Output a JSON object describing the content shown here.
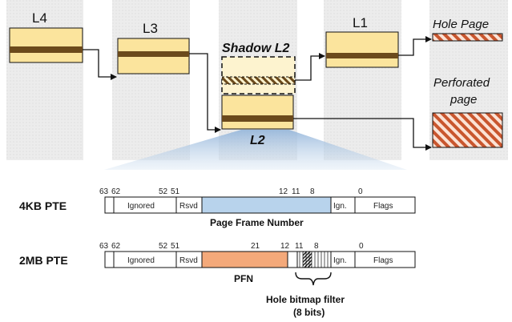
{
  "page_table": {
    "levels": [
      "L4",
      "L3",
      "Shadow L2",
      "L2",
      "L1"
    ],
    "targets": {
      "hole_page": "Hole Page",
      "perforated_line1": "Perforated",
      "perforated_line2": "page"
    }
  },
  "pte_4kb": {
    "label": "4KB PTE",
    "bits": {
      "b63": "63",
      "b62": "62",
      "b52": "52",
      "b51": "51",
      "b12": "12",
      "b11": "11",
      "b8": "8",
      "b0": "0"
    },
    "fields": {
      "ignored": "Ignored",
      "rsvd": "Rsvd",
      "ign": "Ign.",
      "flags": "Flags"
    },
    "pfn_label": "Page Frame Number"
  },
  "pte_2mb": {
    "label": "2MB PTE",
    "bits": {
      "b63": "63",
      "b62": "62",
      "b52": "52",
      "b51": "51",
      "b21": "21",
      "b12": "12",
      "b11": "11",
      "b8": "8",
      "b0": "0"
    },
    "fields": {
      "ignored": "Ignored",
      "rsvd": "Rsvd",
      "ign": "Ign.",
      "flags": "Flags"
    },
    "pfn_label": "PFN",
    "filter_label_line1": "Hole bitmap filter",
    "filter_label_line2": "(8 bits)"
  },
  "colors": {
    "column_bg": "#ebebeb",
    "entry_fill": "#fbe49d",
    "entry_band": "#6b4a1c",
    "shadow_fill": "#fdf3cf",
    "pfn_4kb": "#b8d3ec",
    "pfn_2mb": "#f4a97a",
    "hatch": "#c9562e",
    "fan": "#b6cde6"
  }
}
